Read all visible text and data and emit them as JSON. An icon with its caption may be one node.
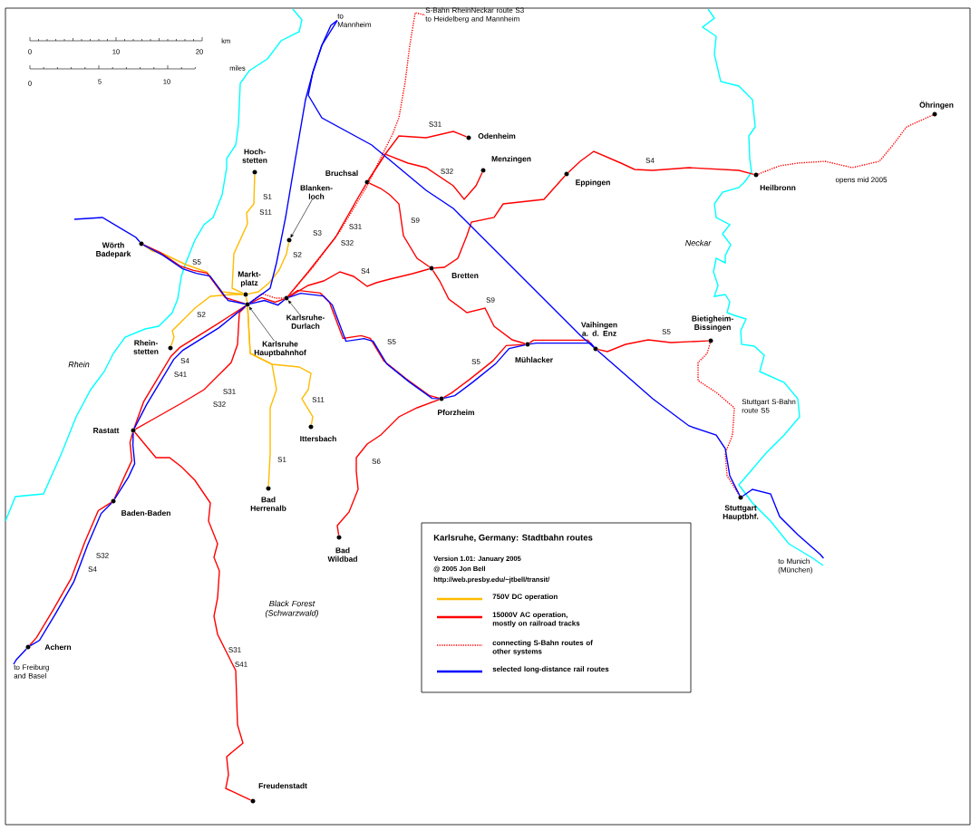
{
  "diagram": {
    "title": "Karlsruhe, Germany: Stadtbahn routes",
    "nodes": [
      {
        "text": [
          "Hoch- stetten"
        ]
      },
      {
        "text": [
          "Blanken- loch"
        ]
      },
      {
        "text": [],
        "shape": "circle"
      },
      {
        "text": [
          "Wörth Badepark"
        ]
      },
      {
        "text": [
          "Markt- platz"
        ]
      },
      {
        "text": [
          "Karlsruhe Hauptbahnhof"
        ]
      },
      {
        "text": [],
        "shape": "circle"
      },
      {
        "text": [
          "Karlsruhe- Durlach"
        ]
      },
      {
        "text": [],
        "shape": "circle"
      },
      {
        "text": [
          "Rhein- stetten"
        ]
      },
      {
        "text": [
          "Bruchsal"
        ]
      },
      {
        "text": [
          "Odenheim"
        ]
      },
      {
        "text": [
          "Menzingen"
        ]
      },
      {
        "text": [
          "Eppingen"
        ]
      },
      {
        "text": [
          "Heilbronn"
        ]
      },
      {
        "text": [
          "Öhringen"
        ]
      },
      {
        "text": [
          "Bretten"
        ]
      },
      {
        "text": [
          "Pforzheim"
        ]
      },
      {
        "text": [
          "Mühlacker"
        ]
      },
      {
        "text": [
          "Vaihingen a. d. Enz"
        ]
      },
      {
        "text": [
          "Bietigheim- Bissingen"
        ]
      },
      {
        "text": [
          "Stuttgart Hauptbhf."
        ]
      },
      {
        "text": [
          "Ittersbach"
        ]
      },
      {
        "text": [
          "Bad Herrenalb"
        ]
      },
      {
        "text": [
          "Bad Wildbad"
        ]
      },
      {
        "text": [
          "Rastatt"
        ]
      },
      {
        "text": [
          "Baden-Baden"
        ]
      },
      {
        "text": [
          "Achern"
        ]
      },
      {
        "text": [
          "Freudenstadt"
        ]
      },
      {
        "text": [
          "to Mannheim"
        ]
      },
      {
        "text": [
          "S-Bahn RheinNeckar route S3 to Heidelberg and Mannheim"
        ]
      },
      {
        "text": [
          "to Freiburg and Basel"
        ]
      },
      {
        "text": [
          "to Munich (München)"
        ]
      }
    ],
    "edges": [
      {
        "from": 0,
        "to": 4,
        "arrow": "none",
        "color": "#ffbb00"
      },
      {
        "from": 2,
        "to": 4,
        "arrow": "none",
        "color": "#ffbb00"
      },
      {
        "from": 3,
        "to": 4,
        "arrow": "none",
        "color": "#ffbb00"
      },
      {
        "from": 9,
        "to": 4,
        "arrow": "none",
        "color": "#ffbb00"
      },
      {
        "from": 6,
        "to": 23,
        "arrow": "none",
        "color": "#ffbb00"
      },
      {
        "from": 6,
        "to": 22,
        "arrow": "none",
        "color": "#ffbb00"
      },
      {
        "from": 3,
        "to": 6,
        "arrow": "none"
      },
      {
        "from": 6,
        "to": 8,
        "arrow": "none"
      },
      {
        "from": 8,
        "to": 10,
        "arrow": "none"
      },
      {
        "from": 6,
        "to": 25,
        "arrow": "none"
      },
      {
        "from": 6,
        "to": 25,
        "arrow": "none"
      },
      {
        "from": 25,
        "to": 26,
        "arrow": "none"
      },
      {
        "from": 26,
        "to": 27,
        "arrow": "none"
      },
      {
        "from": 25,
        "to": 28,
        "arrow": "none"
      },
      {
        "from": 8,
        "to": 17,
        "arrow": "none"
      },
      {
        "from": 17,
        "to": 18,
        "arrow": "none"
      },
      {
        "from": 18,
        "to": 19,
        "arrow": "none"
      },
      {
        "from": 19,
        "to": 20,
        "arrow": "none"
      },
      {
        "from": 8,
        "to": 16,
        "arrow": "none"
      },
      {
        "from": 10,
        "to": 16,
        "arrow": "none"
      },
      {
        "from": 16,
        "to": 18,
        "arrow": "none"
      },
      {
        "from": 16,
        "to": 13,
        "arrow": "none"
      },
      {
        "from": 13,
        "to": 14,
        "arrow": "none"
      },
      {
        "from": 10,
        "to": 11,
        "arrow": "none"
      },
      {
        "from": 10,
        "to": 12,
        "arrow": "none"
      },
      {
        "from": 17,
        "to": 24,
        "arrow": "none"
      },
      {
        "from": 6,
        "to": 8,
        "arrow": "none",
        "style": "dashed"
      },
      {
        "from": 8,
        "to": 30,
        "arrow": "none",
        "style": "dashed"
      },
      {
        "from": 20,
        "to": 21,
        "arrow": "none",
        "style": "dashed"
      },
      {
        "from": 14,
        "to": 15,
        "arrow": "none",
        "style": "dashed"
      },
      {
        "from": null,
        "to": 3,
        "arrow": "none",
        "color": "#0000ff"
      },
      {
        "from": 3,
        "to": 6,
        "arrow": "none",
        "color": "#0000ff"
      },
      {
        "from": 6,
        "to": 29,
        "arrow": "none",
        "color": "#0000ff"
      },
      {
        "from": 29,
        "to": 19,
        "arrow": "none",
        "color": "#0000ff"
      },
      {
        "from": 19,
        "to": 21,
        "arrow": "none",
        "color": "#0000ff"
      },
      {
        "from": 21,
        "to": 32,
        "arrow": "none",
        "color": "#0000ff"
      },
      {
        "from": 6,
        "to": 8,
        "arrow": "none",
        "color": "#0000ff"
      },
      {
        "from": 8,
        "to": 17,
        "arrow": "none",
        "color": "#0000ff"
      },
      {
        "from": 17,
        "to": 18,
        "arrow": "none",
        "color": "#0000ff"
      },
      {
        "from": 18,
        "to": 19,
        "arrow": "none",
        "color": "#0000ff"
      },
      {
        "from": 6,
        "to": 25,
        "arrow": "none",
        "color": "#0000ff"
      },
      {
        "from": 25,
        "to": 26,
        "arrow": "none",
        "color": "#0000ff"
      },
      {
        "from": 26,
        "to": 27,
        "arrow": "none",
        "color": "#0000ff"
      },
      {
        "from": 27,
        "to": 31,
        "arrow": "none",
        "color": "#0000ff"
      },
      {
        "from": 1,
        "to": 2,
        "arrow": "to",
        "color": "#000000"
      },
      {
        "from": 5,
        "to": 6,
        "arrow": "to",
        "color": "#000000"
      },
      {
        "from": 7,
        "to": 8,
        "arrow": "to",
        "color": "#000000"
      },
      {
        "from": 4,
        "to": 6,
        "arrow": "none",
        "color": "#ffbb00"
      }
    ],
    "labels": [
      "km",
      "0",
      "10",
      "20",
      "miles",
      "0",
      "5",
      "10",
      "S31",
      "S32",
      "S4",
      "opens mid 2005",
      "S1",
      "S11",
      "S3",
      "S31",
      "S32",
      "S9",
      "S2",
      "Neckar",
      "S5",
      "S4",
      "S9",
      "S2",
      "S5",
      "S5",
      "S5",
      "Rhein",
      "S4",
      "S41",
      "S31",
      "S32",
      "S11",
      "Stuttgart S-Bahn route S5",
      "S1",
      "S6",
      "S32",
      "S4",
      "Version 1.01: January 2005",
      "@ 2005 Jon Bell",
      "http://web.presby.edu/~jtbell/transit/",
      "Black Forest (Schwarzwald)",
      "S31",
      "S41"
    ],
    "legend": [
      {
        "text": "750V DC operation",
        "color": "#ffbb00"
      },
      {
        "text": "15000V AC operation, mostly on railroad tracks",
        "color": "#ff0000"
      },
      {
        "text": "connecting S-Bahn routes of other systems"
      },
      {
        "text": "selected long-distance rail routes",
        "color": "#0000ff"
      }
    ]
  }
}
